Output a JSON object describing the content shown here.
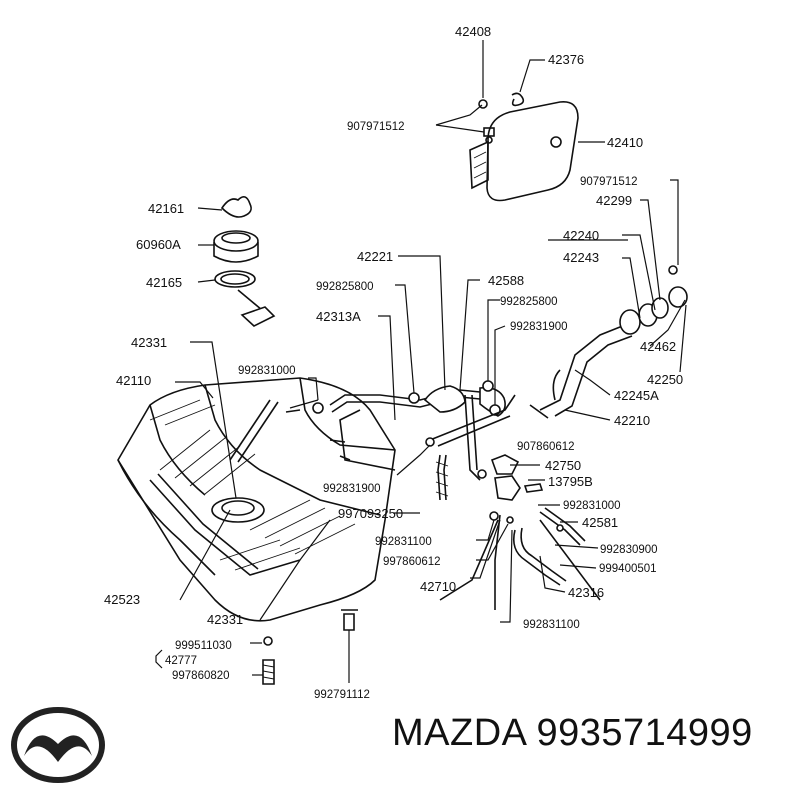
{
  "labels": {
    "l42408": "42408",
    "l42376": "42376",
    "l907971512a": "907971512",
    "l42410": "42410",
    "l907971512b": "907971512",
    "l42299": "42299",
    "l42240": "42240",
    "l42243": "42243",
    "l42161": "42161",
    "l60960A": "60960A",
    "l42165": "42165",
    "l42221": "42221",
    "l992825800a": "992825800",
    "l42588": "42588",
    "l992825800b": "992825800",
    "l42313A": "42313A",
    "l992831900a": "992831900",
    "l42462": "42462",
    "l42331a": "42331",
    "l992831000a": "992831000",
    "l42250": "42250",
    "l42110": "42110",
    "l42245A": "42245A",
    "l42210": "42210",
    "l907860612": "907860612",
    "l42750": "42750",
    "l992831900b": "992831900",
    "l13795B": "13795B",
    "l992831000b": "992831000",
    "l997093250": "997093250",
    "l42581": "42581",
    "l992831100a": "992831100",
    "l992830900": "992830900",
    "l997860612": "997860612",
    "l999400501": "999400501",
    "l42523": "42523",
    "l42710": "42710",
    "l42316": "42316",
    "l42331b": "42331",
    "l992831100b": "992831100",
    "l999511030": "999511030",
    "l42777": "42777",
    "l997860820": "997860820",
    "l992791112": "992791112"
  },
  "footer": {
    "brand_part": "MAZDA 9935714999",
    "logo_icon": "mazda-logo-icon"
  }
}
